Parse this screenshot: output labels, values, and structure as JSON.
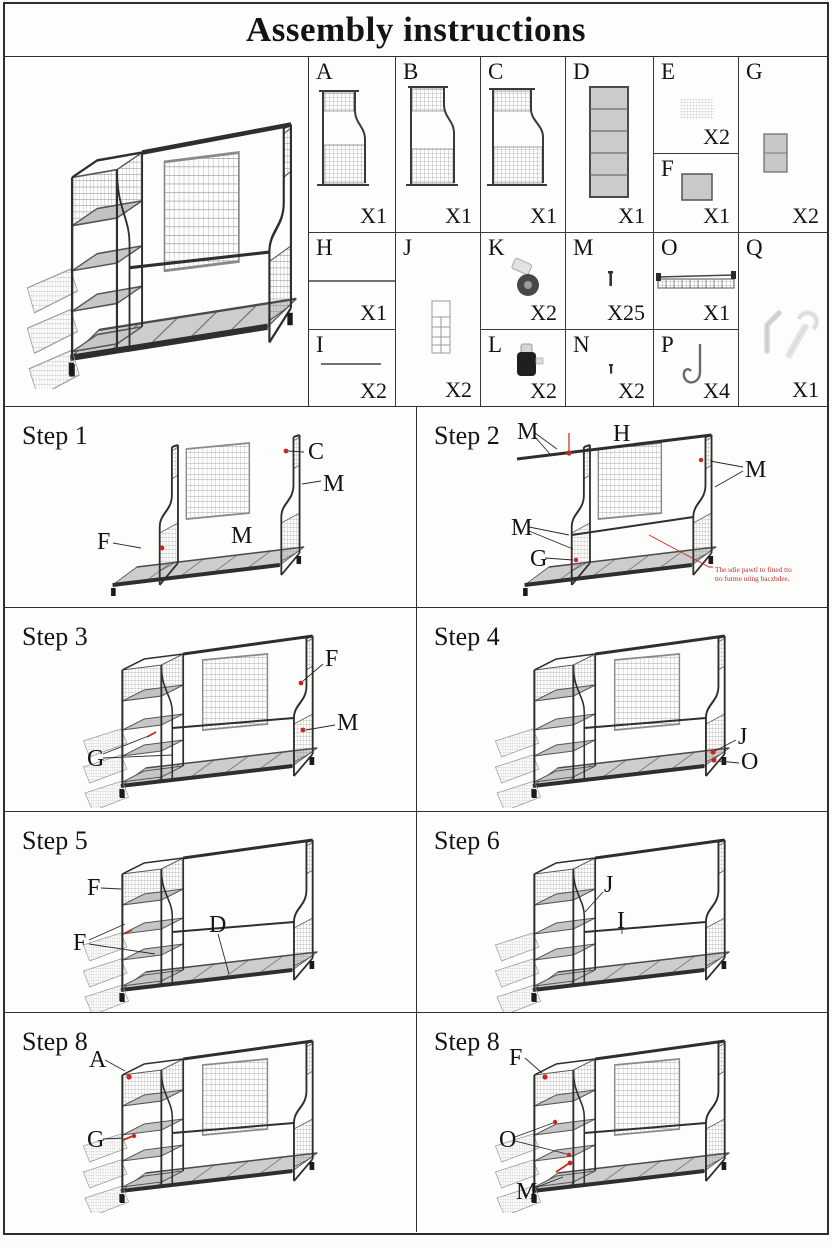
{
  "title": "Assembly instructions",
  "colors": {
    "accent_red": "#c8271f",
    "frame_line": "#2e2e2e",
    "shelf_gray": "#c8c8c8"
  },
  "parts": [
    {
      "id": "A",
      "qty": "X1"
    },
    {
      "id": "B",
      "qty": "X1"
    },
    {
      "id": "C",
      "qty": "X1"
    },
    {
      "id": "D",
      "qty": "X1"
    },
    {
      "id": "E",
      "qty": "X2"
    },
    {
      "id": "F",
      "qty": "X1"
    },
    {
      "id": "G",
      "qty": "X2"
    },
    {
      "id": "H",
      "qty": "X1"
    },
    {
      "id": "I",
      "qty": "X2"
    },
    {
      "id": "J",
      "qty": "X2"
    },
    {
      "id": "K",
      "qty": "X2"
    },
    {
      "id": "L",
      "qty": "X2"
    },
    {
      "id": "M",
      "qty": "X25"
    },
    {
      "id": "N",
      "qty": "X2"
    },
    {
      "id": "O",
      "qty": "X1"
    },
    {
      "id": "P",
      "qty": "X4"
    },
    {
      "id": "Q",
      "qty": "X1"
    }
  ],
  "steps": [
    {
      "title": "Step 1",
      "labels": [
        "C",
        "M",
        "F",
        "M"
      ]
    },
    {
      "title": "Step 2",
      "labels": [
        "M",
        "H",
        "M",
        "M",
        "G"
      ],
      "note_line1": "The sdie pawtl to fined tto",
      "note_line2": "tto furme uting baczbdee."
    },
    {
      "title": "Step 3",
      "labels": [
        "F",
        "M",
        "G"
      ]
    },
    {
      "title": "Step 4",
      "labels": [
        "J",
        "O"
      ]
    },
    {
      "title": "Step 5",
      "labels": [
        "F",
        "F",
        "D"
      ]
    },
    {
      "title": "Step 6",
      "labels": [
        "J",
        "I"
      ]
    },
    {
      "title": "Step 8",
      "labels": [
        "A",
        "G"
      ]
    },
    {
      "title": "Step 8",
      "labels": [
        "F",
        "O",
        "M"
      ]
    }
  ]
}
